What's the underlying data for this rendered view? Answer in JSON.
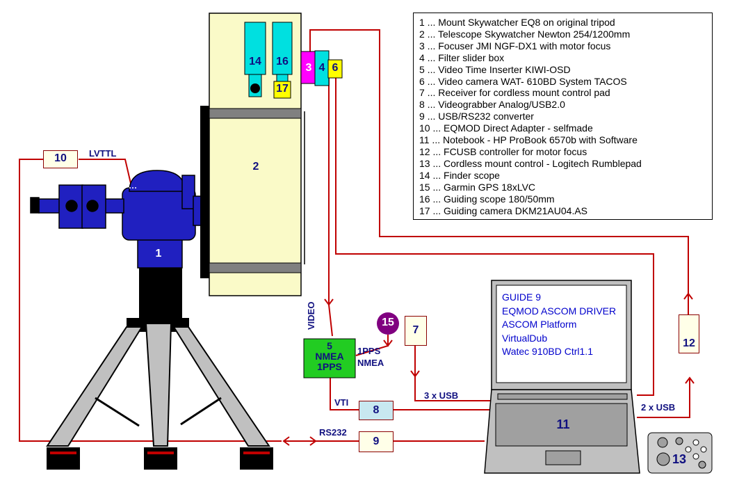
{
  "legend": [
    "1 ... Mount Skywatcher EQ8 on original tripod",
    "2 ... Telescope Skywatcher Newton 254/1200mm",
    "3 ... Focuser JMI NGF-DX1 with motor focus",
    "4 ... Filter slider box",
    "5 ... Video Time Inserter KIWI-OSD",
    "6 ... Video camera WAT- 610BD System TACOS",
    "7 ... Receiver for cordless mount control pad",
    "8 ... Videograbber Analog/USB2.0",
    "9 ... USB/RS232 converter",
    "10 ... EQMOD Direct Adapter - selfmade",
    "11 ... Notebook - HP ProBook 6570b with Software",
    "12 ... FCUSB controller for motor focus",
    "13 ... Cordless mount control - Logitech Rumblepad",
    "14 ... Finder scope",
    "15 ... Garmin GPS 18xLVC",
    "16 ... Guiding scope 180/50mm",
    "17 ... Guiding camera DKM21AU04.AS"
  ],
  "numbers": {
    "n1": "1",
    "n2": "2",
    "n3": "3",
    "n4": "4",
    "n6": "6",
    "n7": "7",
    "n8": "8",
    "n9": "9",
    "n10": "10",
    "n11": "11",
    "n12": "12",
    "n13": "13",
    "n14": "14",
    "n15": "15",
    "n16": "16",
    "n17": "17"
  },
  "box5": {
    "line1": "5",
    "line2": "NMEA",
    "line3": "1PPS"
  },
  "wires": {
    "lvttl": "LVTTL",
    "video": "VIDEO",
    "pps": "1PPS",
    "nmea": "NMEA",
    "vti": "VTI",
    "usb3": "3 x USB",
    "usb2": "2 x USB",
    "rs232": "RS232"
  },
  "software": [
    "GUIDE 9",
    "EQMOD ASCOM DRIVER",
    "ASCOM Platform",
    "VirtualDub",
    "Watec 910BD Ctrl1.1"
  ],
  "colors": {
    "wire": "#c00000",
    "tube": "#fafac8",
    "mount": "#2020c0",
    "tripod_leg": "#c0c0c0",
    "green_box": "#22cc22",
    "cyan": "#00e0e0",
    "magenta": "#ff00ff",
    "yellow": "#ffff00",
    "gps": "#800080"
  }
}
